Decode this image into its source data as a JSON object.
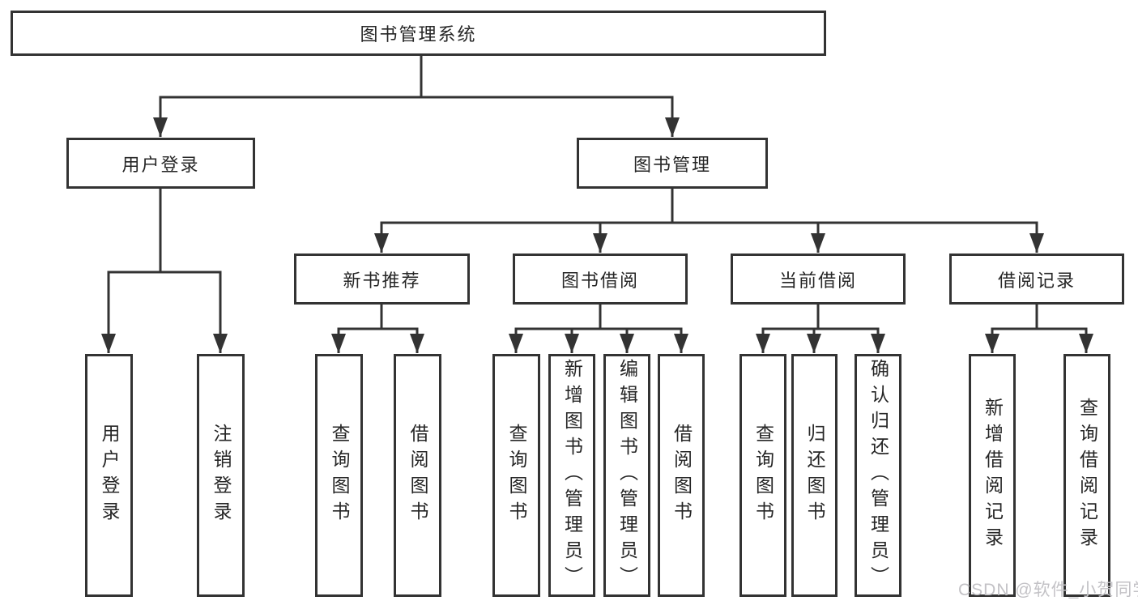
{
  "diagram": {
    "root": {
      "label": "图书管理系统"
    },
    "branches": [
      {
        "label": "用户登录",
        "children": [
          {
            "label": "用户登录"
          },
          {
            "label": "注销登录"
          }
        ]
      },
      {
        "label": "图书管理",
        "children": [
          {
            "label": "新书推荐",
            "children": [
              {
                "label": "查询图书"
              },
              {
                "label": "借阅图书"
              }
            ]
          },
          {
            "label": "图书借阅",
            "children": [
              {
                "label": "查询图书"
              },
              {
                "label": "新增图书（管理员）"
              },
              {
                "label": "编辑图书（管理员）"
              },
              {
                "label": "借阅图书"
              }
            ]
          },
          {
            "label": "当前借阅",
            "children": [
              {
                "label": "查询图书"
              },
              {
                "label": "归还图书"
              },
              {
                "label": "确认归还（管理员）"
              }
            ]
          },
          {
            "label": "借阅记录",
            "children": [
              {
                "label": "新增借阅记录"
              },
              {
                "label": "查询借阅记录"
              }
            ]
          }
        ]
      }
    ]
  },
  "watermark": {
    "text": "CSDN @软件_小贺同学"
  },
  "colors": {
    "line": "#333333",
    "text": "#262626",
    "box_background": "#ffffff",
    "watermark": "#c3c2c6"
  }
}
